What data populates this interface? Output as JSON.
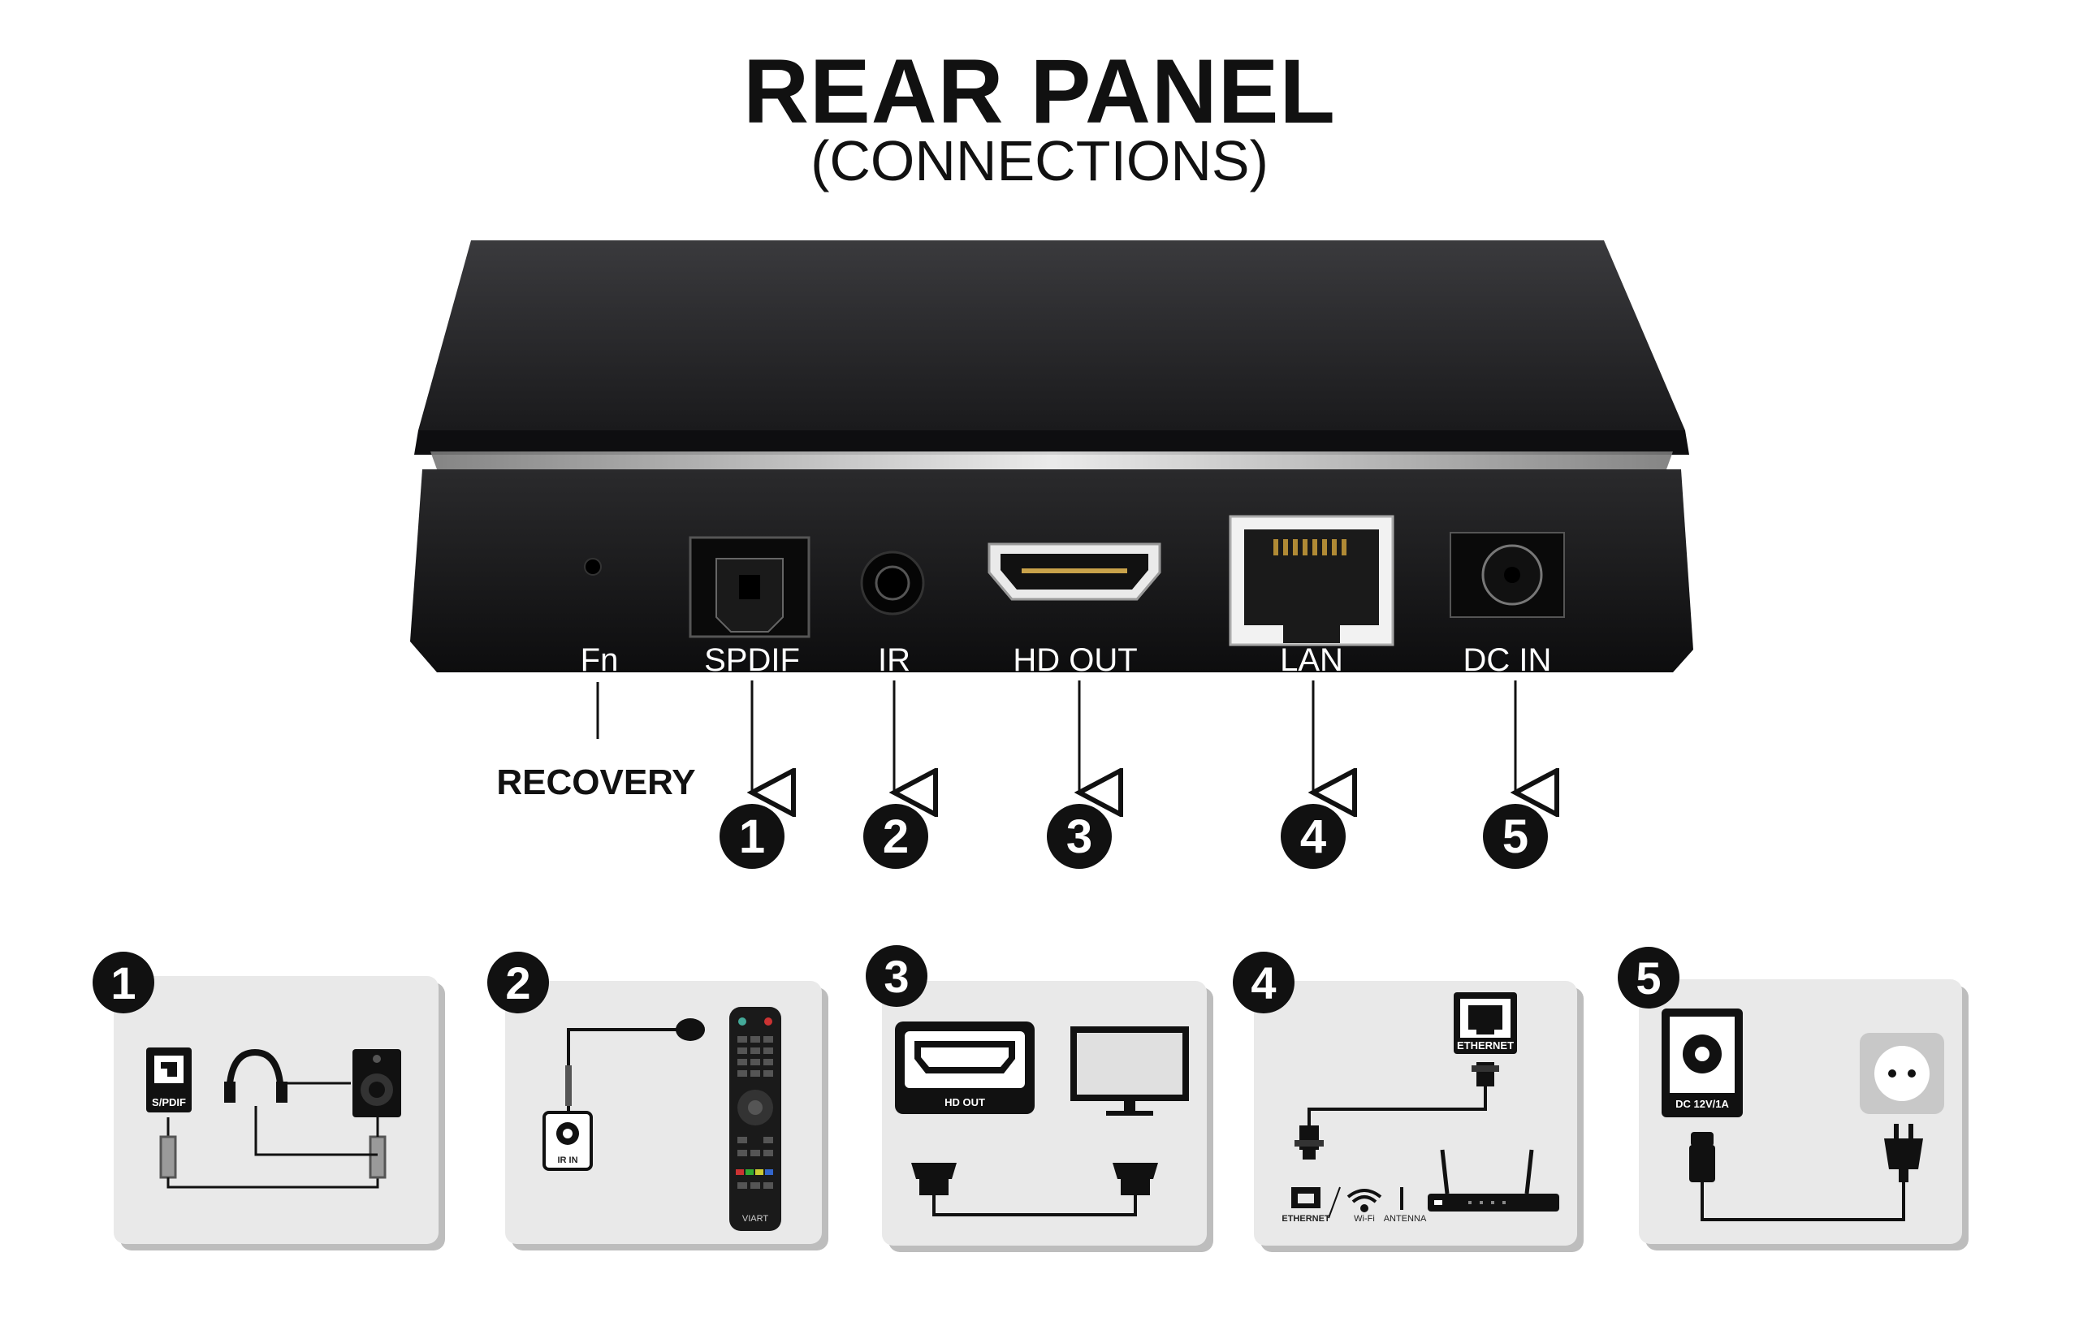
{
  "header": {
    "title": "REAR PANEL",
    "subtitle": "(CONNECTIONS)"
  },
  "ports": [
    {
      "label": "Fn"
    },
    {
      "label": "SPDIF",
      "number": "1"
    },
    {
      "label": "IR",
      "number": "2"
    },
    {
      "label": "HD OUT",
      "number": "3"
    },
    {
      "label": "LAN",
      "number": "4"
    },
    {
      "label": "DC IN",
      "number": "5"
    }
  ],
  "recovery_label": "RECOVERY",
  "panels": [
    {
      "number": "1",
      "icon_label": "S/PDIF"
    },
    {
      "number": "2",
      "icon_label": "IR IN",
      "remote_brand": "VIART"
    },
    {
      "number": "3",
      "icon_label": "HD OUT"
    },
    {
      "number": "4",
      "icon_label": "ETHERNET",
      "legend": [
        "ETHERNET",
        "Wi-Fi",
        "ANTENNA"
      ]
    },
    {
      "number": "5",
      "icon_label": "DC 12V/1A"
    }
  ],
  "colors": {
    "device": "#1c1c1e",
    "panel_bg": "#e9e9e9",
    "badge": "#111111"
  }
}
